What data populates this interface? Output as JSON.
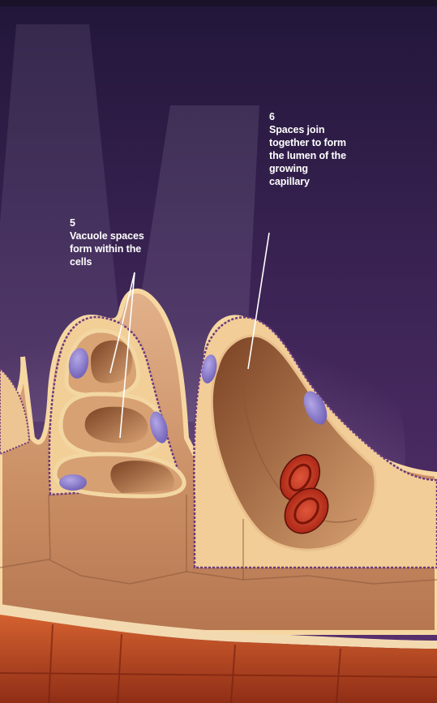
{
  "annotations": [
    {
      "number": "5",
      "text": "Vacuole spaces\nform within the\ncells"
    },
    {
      "number": "6",
      "text": "Spaces join\ntogether to form\nthe lumen of the\ngrowing\ncapillary"
    }
  ],
  "colors": {
    "background_top": "#1f1436",
    "background_bottom": "#5b2f6e",
    "cell_wall": "#f7d9a3",
    "cell_body": "#d9a47a",
    "vacuole": "#a86a3e",
    "nucleus": "#8a79c9",
    "red_blood_cell": "#c8301e",
    "tissue_base": "#c04a25",
    "leader_line": "#ffffff"
  }
}
